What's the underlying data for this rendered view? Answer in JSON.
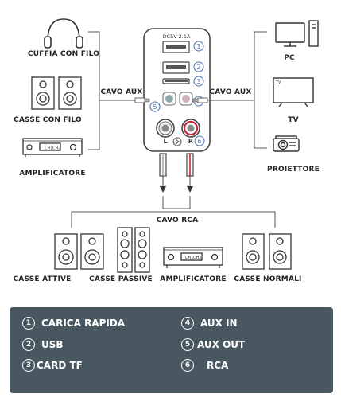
{
  "hub": {
    "power_label": "DC5V-2.1A",
    "ports": [
      "1",
      "2",
      "3",
      "4",
      "5",
      "6"
    ],
    "left_jack": "L",
    "right_jack": "R"
  },
  "left_devices": [
    "CUFFIA CON FILO",
    "CASSE CON FILO",
    "AMPLIFICATORE"
  ],
  "right_devices": [
    "PC",
    "TV",
    "PROIETTORE"
  ],
  "tv_screen_text": "TV",
  "amp_display": [
    "CH1",
    "CH2"
  ],
  "cables": {
    "aux_left": "CAVO AUX",
    "aux_right": "CAVO AUX",
    "rca": "CAVO RCA"
  },
  "bottom_devices": [
    "CASSE ATTIVE",
    "CASSE PASSIVE",
    "AMPLIFICATORE",
    "CASSE NORMALI"
  ],
  "legend": [
    {
      "num": "1",
      "label": "CARICA RAPIDA"
    },
    {
      "num": "2",
      "label": "USB"
    },
    {
      "num": "3",
      "label": "CARD TF"
    },
    {
      "num": "4",
      "label": "AUX IN"
    },
    {
      "num": "5",
      "label": "AUX OUT"
    },
    {
      "num": "6",
      "label": "RCA"
    }
  ],
  "colors": {
    "panel": "#485760",
    "line": "#555555",
    "rca_red": "#c4263a"
  }
}
